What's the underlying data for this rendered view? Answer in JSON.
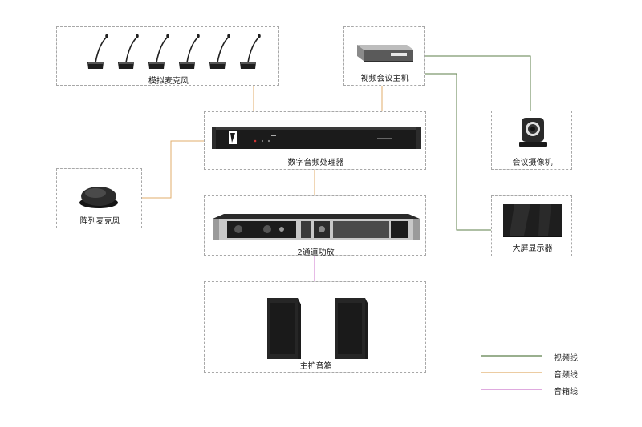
{
  "nodes": {
    "analog_mic": "模拟麦克风",
    "video_host": "视频会议主机",
    "dsp": "数字音频处理器",
    "camera": "会议摄像机",
    "array_mic": "阵列麦克风",
    "display": "大屏显示器",
    "amplifier": "2通道功放",
    "speakers": "主扩音箱"
  },
  "legend": [
    {
      "label": "视频线",
      "color": "#5c7f4a"
    },
    {
      "label": "音频线",
      "color": "#e0ad6b"
    },
    {
      "label": "音箱线",
      "color": "#cc77cc"
    }
  ],
  "colors": {
    "video_line": "#5c7f4a",
    "audio_line": "#e0ad6b",
    "speaker_line": "#cc77cc",
    "box_border": "#a8a8a8"
  }
}
